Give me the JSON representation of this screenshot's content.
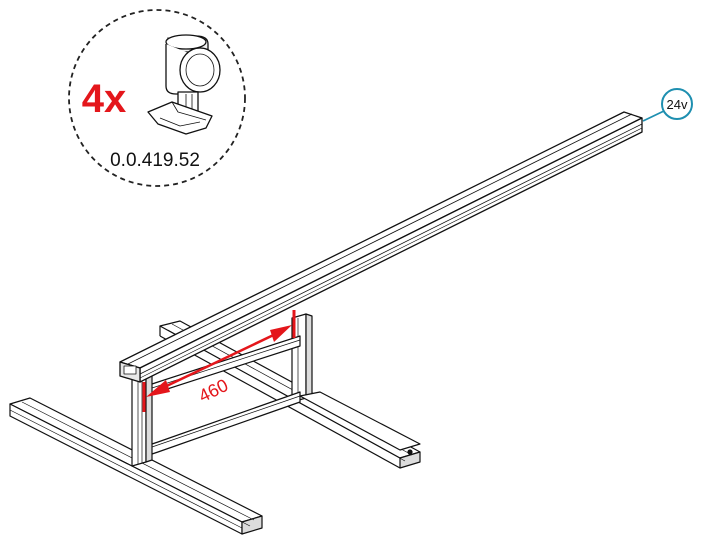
{
  "callout": {
    "quantity": "4x",
    "part_number": "0.0.419.52"
  },
  "voltage_badge": "24v",
  "dimension": {
    "value": "460"
  },
  "colors": {
    "dimension": "#e4161b",
    "badge": "#1e8fb0",
    "line": "#111111",
    "frame_fill": "#ffffff",
    "shade": "#d9d9d9"
  }
}
